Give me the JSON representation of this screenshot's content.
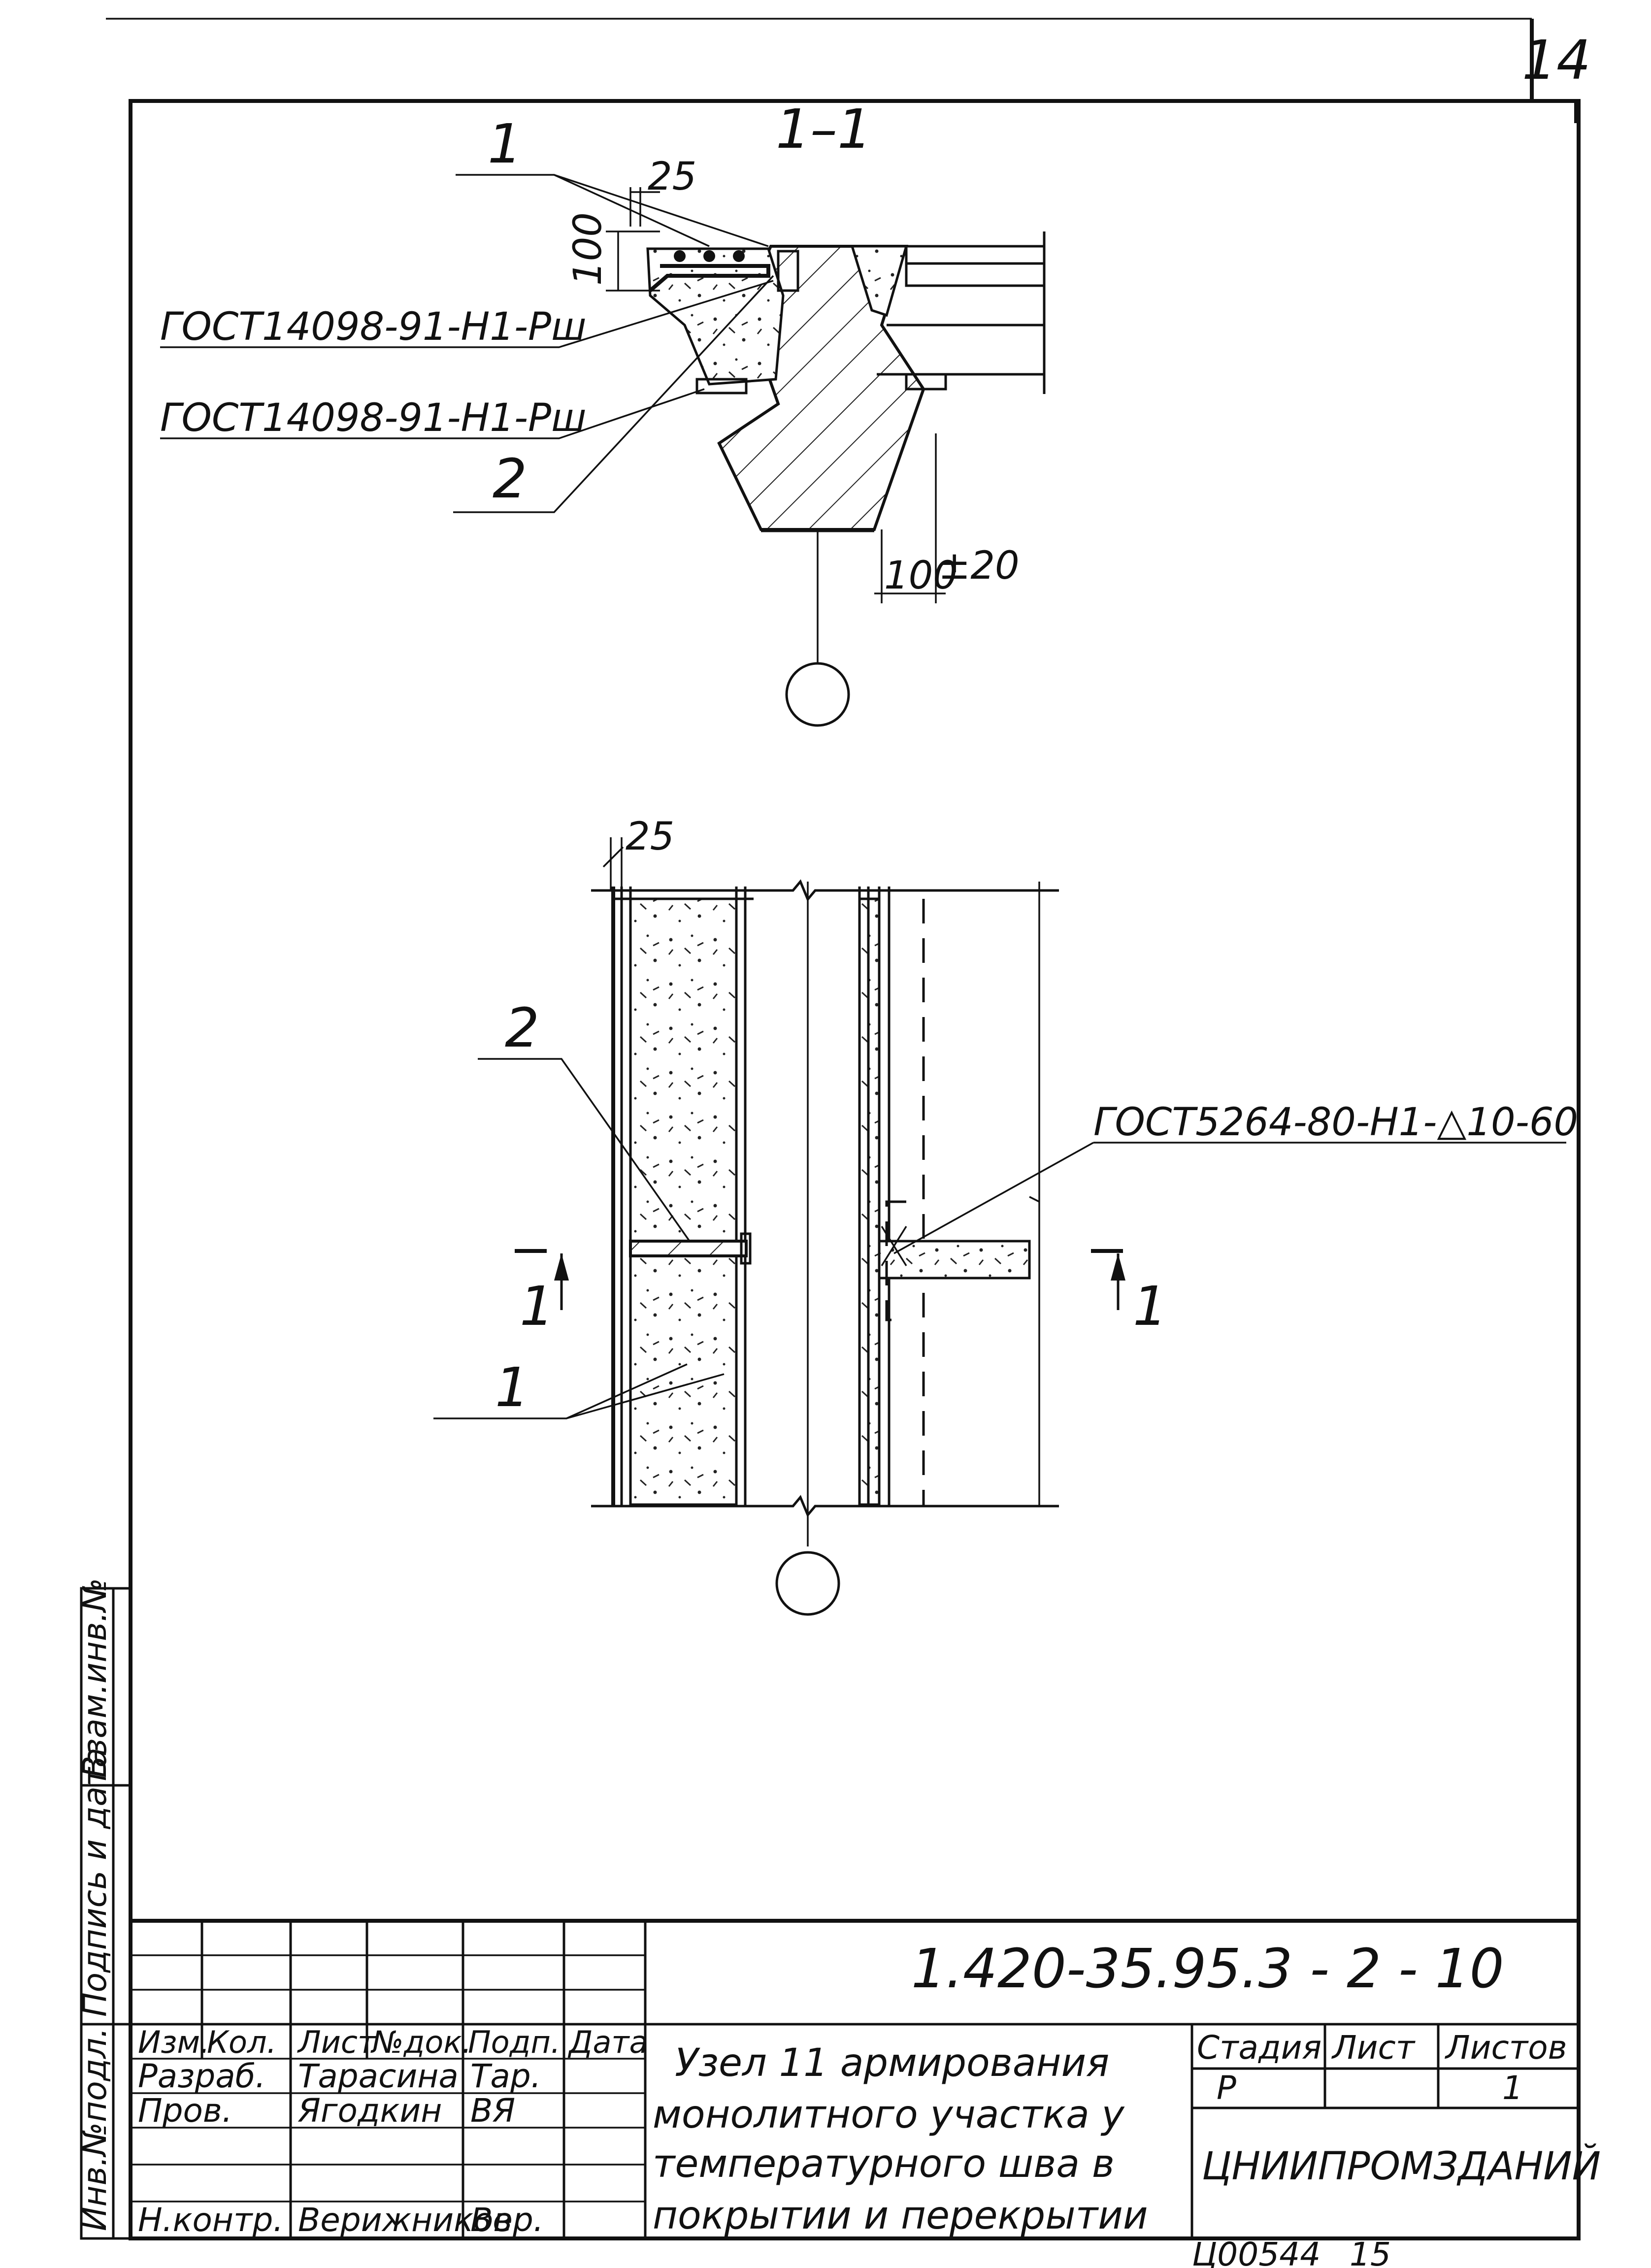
{
  "sheet_number": "14",
  "section_title": "1–1",
  "labels": {
    "pos1_top": "1",
    "pos2_top": "2",
    "pos2_plan": "2",
    "pos1_plan": "1",
    "cut_left": "1",
    "cut_right": "1"
  },
  "dimensions": {
    "top_25": "25",
    "top_100": "100",
    "bottom_100": "100",
    "tolerance": "±20",
    "plan_25": "25"
  },
  "callouts": {
    "gost_upper": "ГОСТ14098-91-Н1-Рш",
    "gost_lower": "ГОСТ14098-91-Н1-Рш",
    "gost_plan": "ГОСТ5264-80-Н1-△10-60"
  },
  "side_stamp": {
    "inv_podl": "Инв.№подл.",
    "podpis_data": "Подпись и дата",
    "vzam_inv": "Взам.инв.№"
  },
  "title_block": {
    "doc_code": "1.420-35.95.3 - 2 - 10",
    "headers": [
      "Изм.",
      "Кол.",
      "Лист",
      "№док.",
      "Подп.",
      "Дата"
    ],
    "roles": {
      "developed": "Разраб.",
      "checked": "Пров.",
      "norm_control": "Н.контр."
    },
    "names": {
      "developed": "Тарасина",
      "checked": "Ягодкин",
      "norm_control": "Верижников"
    },
    "signatures": {
      "developed": "Тар.",
      "checked": "ВЯ",
      "norm_control": "Вер."
    },
    "title_lines": [
      "Узел 11 армирования",
      "монолитного участка у",
      "температурного шва в",
      "покрытии и перекрытии"
    ],
    "stage_header": "Стадия",
    "sheet_header": "Лист",
    "sheets_header": "Листов",
    "stage": "Р",
    "sheets": "1",
    "organization": "ЦНИИПРОМЗДАНИЙ"
  },
  "footer": {
    "archive_code": "Ц00544",
    "page": "15"
  }
}
